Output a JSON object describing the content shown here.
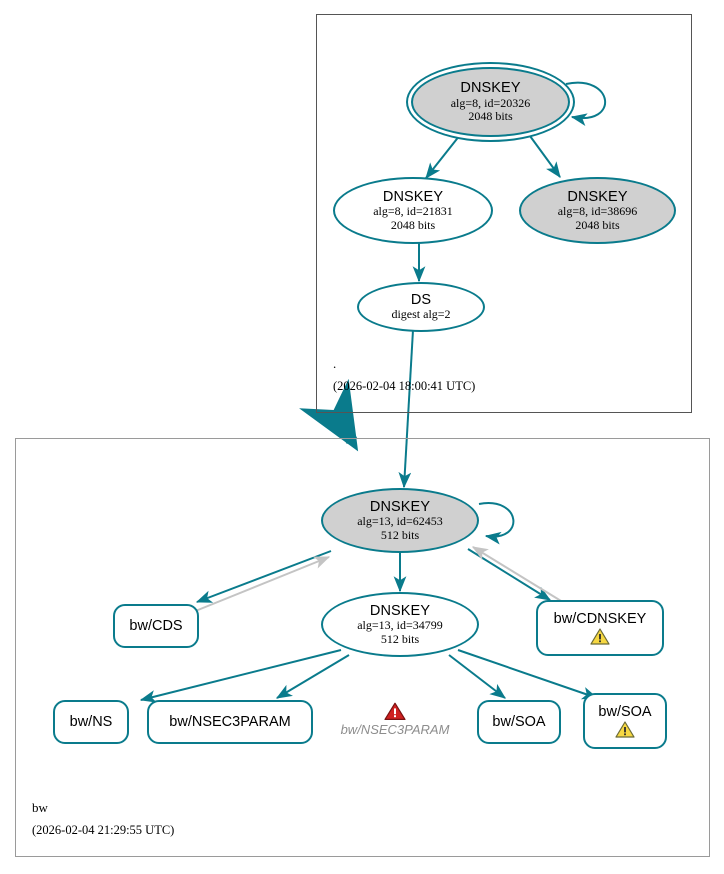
{
  "diagram": {
    "type": "dnssec-authentication-chain",
    "colors": {
      "edge_secure": "#0a7b8c",
      "edge_unknown": "#b9b9b9",
      "node_stroke": "#0a7b8c",
      "node_fill_sep": "#d0d0d0",
      "node_fill_plain": "#ffffff",
      "zone_border": "#9a9a9a",
      "warning": "#f5d033",
      "error": "#cc2222",
      "error_text": "#8d8d8d"
    }
  },
  "zones": [
    {
      "id": "root",
      "name": ".",
      "timestamp": "(2026-02-04 18:00:41 UTC)"
    },
    {
      "id": "bw",
      "name": "bw",
      "timestamp": "(2026-02-04 21:29:55 UTC)"
    }
  ],
  "nodes": {
    "root_ksk": {
      "title": "DNSKEY",
      "sub1": "alg=8, id=20326",
      "sub2": "2048 bits",
      "alg": 8,
      "key_id": 20326,
      "key_size": "2048 bits",
      "role": "KSK",
      "shape": "double-ellipse",
      "fill": "gray"
    },
    "root_zsk": {
      "title": "DNSKEY",
      "sub1": "alg=8, id=21831",
      "sub2": "2048 bits",
      "alg": 8,
      "key_id": 21831,
      "key_size": "2048 bits",
      "role": "ZSK",
      "shape": "ellipse",
      "fill": "white"
    },
    "root_other": {
      "title": "DNSKEY",
      "sub1": "alg=8, id=38696",
      "sub2": "2048 bits",
      "alg": 8,
      "key_id": 38696,
      "key_size": "2048 bits",
      "role": "KSK",
      "shape": "ellipse",
      "fill": "gray"
    },
    "root_ds": {
      "title": "DS",
      "sub1": "digest alg=2",
      "sub2": "",
      "shape": "ellipse",
      "fill": "white"
    },
    "bw_ksk": {
      "title": "DNSKEY",
      "sub1": "alg=13, id=62453",
      "sub2": "512 bits",
      "alg": 13,
      "key_id": 62453,
      "key_size": "512 bits",
      "role": "KSK",
      "shape": "ellipse",
      "fill": "gray"
    },
    "bw_zsk": {
      "title": "DNSKEY",
      "sub1": "alg=13, id=34799",
      "sub2": "512 bits",
      "alg": 13,
      "key_id": 34799,
      "key_size": "512 bits",
      "role": "ZSK",
      "shape": "ellipse",
      "fill": "white"
    }
  },
  "rrsets": [
    {
      "id": "bw_cds",
      "label": "bw/CDS",
      "status": "ok"
    },
    {
      "id": "bw_cdnskey",
      "label": "bw/CDNSKEY",
      "status": "warning"
    },
    {
      "id": "bw_ns",
      "label": "bw/NS",
      "status": "ok"
    },
    {
      "id": "bw_nsec3param",
      "label": "bw/NSEC3PARAM",
      "status": "ok"
    },
    {
      "id": "bw_soa1",
      "label": "bw/SOA",
      "status": "ok"
    },
    {
      "id": "bw_soa2",
      "label": "bw/SOA",
      "status": "warning"
    }
  ],
  "errors": [
    {
      "id": "bw_nsec3param_err",
      "label": "bw/NSEC3PARAM",
      "status": "error"
    }
  ],
  "icons": {
    "warning_triangle": "warning-triangle-icon",
    "error_triangle": "error-triangle-icon"
  }
}
